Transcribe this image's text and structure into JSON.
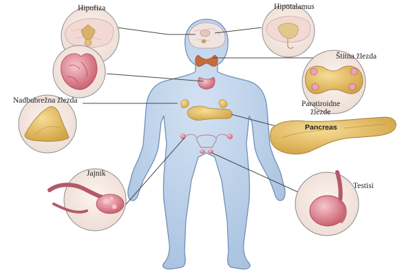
{
  "labels": {
    "hipofiza": "Hipofiza",
    "hipotalamus": "Hipotalamus",
    "stitna": "Štitna žlezda",
    "paratiroidne_line1": "Paratiroidne",
    "paratiroidne_line2": "žlezde",
    "nadbubrezna": "Nadbubrežna žlezda",
    "pancreas": "Pancreas",
    "jajnik": "Jajnik",
    "testisi": "Testisi"
  },
  "colors": {
    "body_fill": "#b9cfe8",
    "body_stroke": "#6f8fb6",
    "gland_yellow": "#e7c36a",
    "gland_pink": "#e9a5b0",
    "gland_red": "#c64a5a",
    "circle_stroke": "#8a8a8a",
    "leader_line": "#444444"
  }
}
